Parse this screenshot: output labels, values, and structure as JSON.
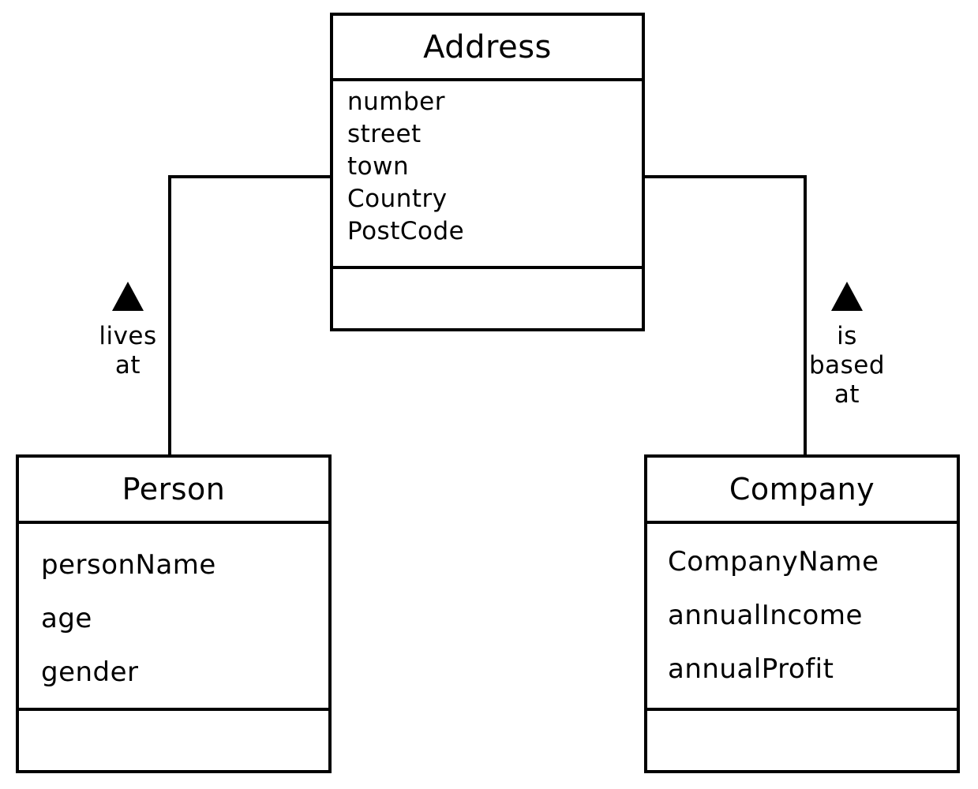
{
  "diagram": {
    "type": "uml-class-diagram",
    "style": "hand-drawn",
    "background_color": "#ffffff",
    "stroke_color": "#000000",
    "classes": [
      {
        "id": "address",
        "name": "Address",
        "attributes": [
          "number",
          "street",
          "town",
          "Country",
          "PostCode"
        ],
        "methods": []
      },
      {
        "id": "person",
        "name": "Person",
        "attributes": [
          "personName",
          "age",
          "gender"
        ],
        "methods": []
      },
      {
        "id": "company",
        "name": "Company",
        "attributes": [
          "CompanyName",
          "annualIncome",
          "annualProfit"
        ],
        "methods": []
      }
    ],
    "relationships": [
      {
        "id": "lives-at",
        "from": "person",
        "to": "address",
        "label_lines": [
          "lives",
          "at"
        ],
        "marker": "filled-triangle-up"
      },
      {
        "id": "is-based-at",
        "from": "company",
        "to": "address",
        "label_lines": [
          "is",
          "based",
          "at"
        ],
        "marker": "filled-triangle-up"
      }
    ]
  }
}
